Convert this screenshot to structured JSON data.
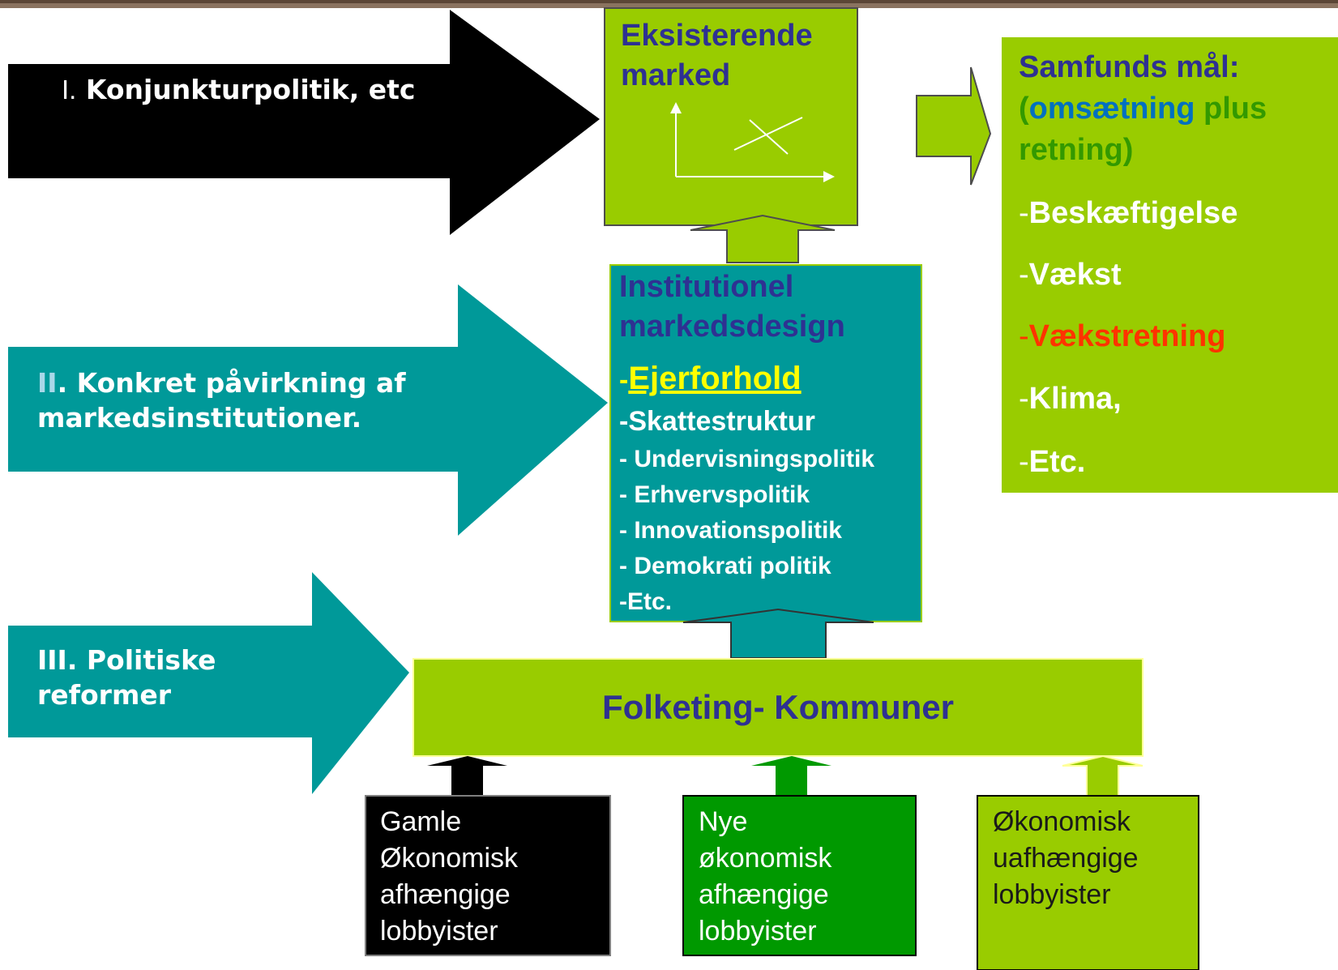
{
  "colors": {
    "lime": "#99cc00",
    "teal": "#009999",
    "black": "#000000",
    "dark_green": "#009900",
    "navy": "#2e3192",
    "blue": "#0070c0",
    "green_text": "#339900",
    "red": "#ff3300",
    "yellow_link": "#ffff00",
    "white": "#ffffff"
  },
  "arrows": {
    "policy_1": {
      "numeral": "I.",
      "text": " Konjunkturpolitik, etc"
    },
    "policy_2": {
      "numeral": "II",
      "text": ". Konkret påvirkning af",
      "text_2": "markedsinstitutioner."
    },
    "policy_3": {
      "line_1": "III. Politiske",
      "line_2": "reformer"
    }
  },
  "market_box": {
    "title_1": "Eksisterende",
    "title_2": "marked"
  },
  "goals": {
    "title_1": "Samfunds mål:",
    "paren_open": "(",
    "omsaetning": "omsætning",
    "plus": " plus",
    "title_3": "retning)",
    "items": [
      {
        "dash": "-",
        "label": "Beskæftigelse"
      },
      {
        "dash": "-",
        "label": "Vækst"
      },
      {
        "dash": "-",
        "label": "Vækstretning"
      },
      {
        "dash": "-",
        "label": "Klima,"
      },
      {
        "dash": "-",
        "label": "Etc."
      }
    ]
  },
  "institutional": {
    "title_1": "Institutionel",
    "title_2": "markedsdesign",
    "ownership_dash": "-",
    "ownership": "Ejerforhold",
    "items": [
      "-Skattestruktur",
      "- Undervisningspolitik",
      "- Erhvervspolitik",
      "- Innovationspolitik",
      "- Demokrati politik",
      "-Etc."
    ]
  },
  "parliament": {
    "label": "Folketing- Kommuner"
  },
  "lobbies": [
    {
      "line_1": "Gamle",
      "line_2": "Økonomisk",
      "line_3": "afhængige",
      "line_4": "lobbyister"
    },
    {
      "line_1": "Nye",
      "line_2": "økonomisk",
      "line_3": "afhængige",
      "line_4": "lobbyister"
    },
    {
      "line_1": "Økonomisk",
      "line_2": "uafhængige",
      "line_3": "lobbyister"
    }
  ]
}
